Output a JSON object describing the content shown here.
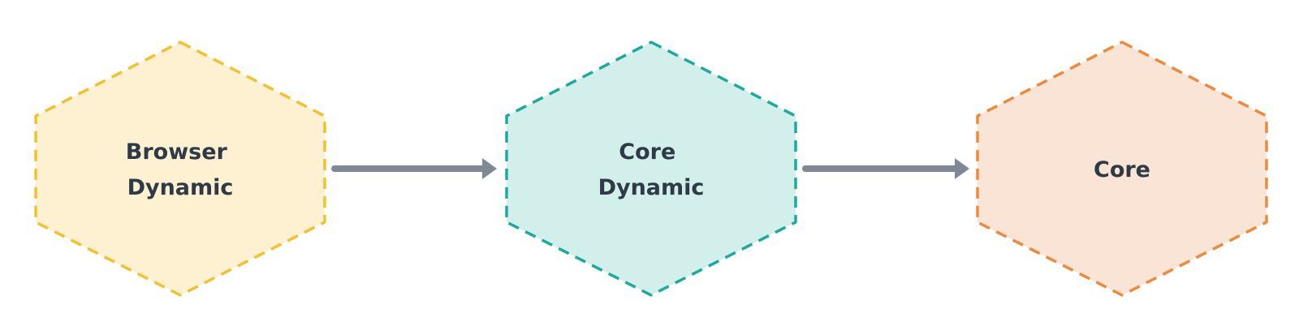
{
  "diagram": {
    "nodes": [
      {
        "id": "browser-dynamic",
        "lines": [
          "Browser",
          "Dynamic"
        ],
        "fill": "#fdf1d2",
        "stroke": "#f2c12e"
      },
      {
        "id": "core-dynamic",
        "lines": [
          "Core",
          "Dynamic"
        ],
        "fill": "#d3efec",
        "stroke": "#1aab9b"
      },
      {
        "id": "core",
        "lines": [
          "Core"
        ],
        "fill": "#f9e4d6",
        "stroke": "#ee8a3c"
      }
    ],
    "edges": [
      {
        "from": "browser-dynamic",
        "to": "core-dynamic"
      },
      {
        "from": "core-dynamic",
        "to": "core"
      }
    ],
    "arrow_color": "#7d8994"
  }
}
